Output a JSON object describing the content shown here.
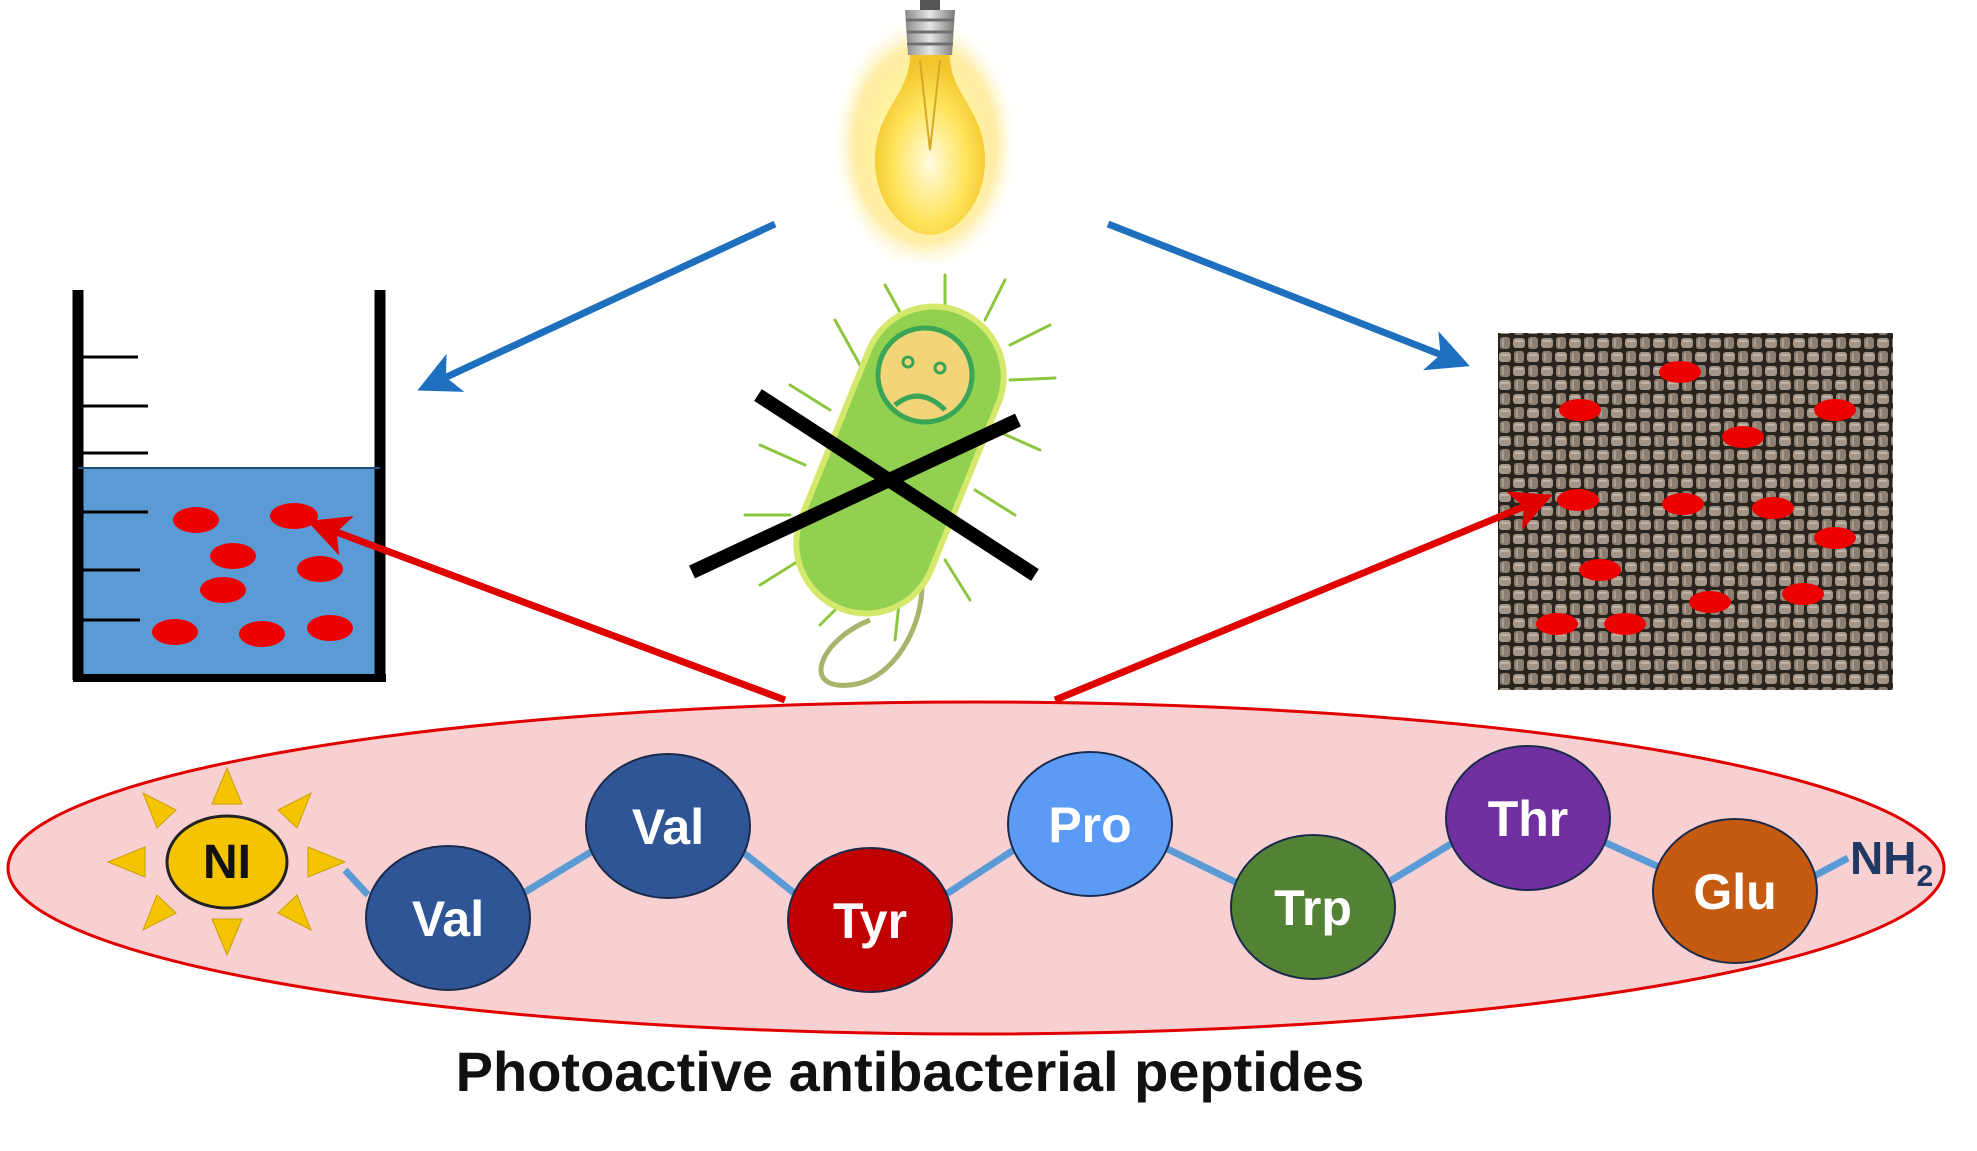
{
  "caption": "Photoactive antibacterial peptides",
  "nanoparticle_label": "NI",
  "terminal_group": {
    "main": "NH",
    "subscript": "2"
  },
  "peptide_chain": [
    {
      "label": "Val",
      "color": "#2f5597"
    },
    {
      "label": "Val",
      "color": "#2f5597"
    },
    {
      "label": "Tyr",
      "color": "#c00000"
    },
    {
      "label": "Pro",
      "color": "#5b9bf5"
    },
    {
      "label": "Trp",
      "color": "#548235"
    },
    {
      "label": "Thr",
      "color": "#7030a0"
    },
    {
      "label": "Glu",
      "color": "#c55a11"
    }
  ],
  "colors": {
    "light_arrow": "#1f6fbf",
    "peptide_arrow": "#e00000",
    "ellipse_fill": "#f9d0d2",
    "ellipse_stroke": "#e00000",
    "water": "#5b9bd5",
    "peptide_dot": "#ee0000",
    "sun": "#f5c400",
    "bacterium": "#92d050",
    "linker": "#5b9bd5"
  },
  "icons": [
    "light-bulb-icon",
    "bacterium-icon",
    "cross-icon",
    "beaker-icon",
    "fabric-icon",
    "sun-icon"
  ]
}
